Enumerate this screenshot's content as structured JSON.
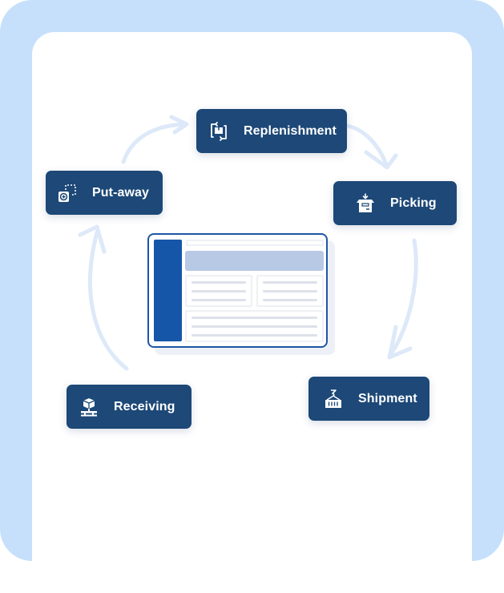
{
  "diagram": {
    "type": "cycle",
    "center": "warehouse-management-dashboard",
    "steps": [
      {
        "id": "replenishment",
        "label": "Replenishment",
        "icon": "replenish-box-icon"
      },
      {
        "id": "picking",
        "label": "Picking",
        "icon": "open-box-icon"
      },
      {
        "id": "shipment",
        "label": "Shipment",
        "icon": "container-crane-icon"
      },
      {
        "id": "receiving",
        "label": "Receiving",
        "icon": "receiving-pallet-icon"
      },
      {
        "id": "put-away",
        "label": "Put-away",
        "icon": "put-away-icon"
      }
    ],
    "flow": [
      [
        "receiving",
        "put-away"
      ],
      [
        "put-away",
        "replenishment"
      ],
      [
        "replenishment",
        "picking"
      ],
      [
        "picking",
        "shipment"
      ]
    ]
  },
  "colors": {
    "frame": "#c6e0fc",
    "node_bg": "#1d4877",
    "node_text": "#ffffff",
    "arrow": "#dde9f8",
    "screen_border": "#1e56a5",
    "screen_sidebar": "#1656a8",
    "screen_banner": "#b8c9e6"
  }
}
